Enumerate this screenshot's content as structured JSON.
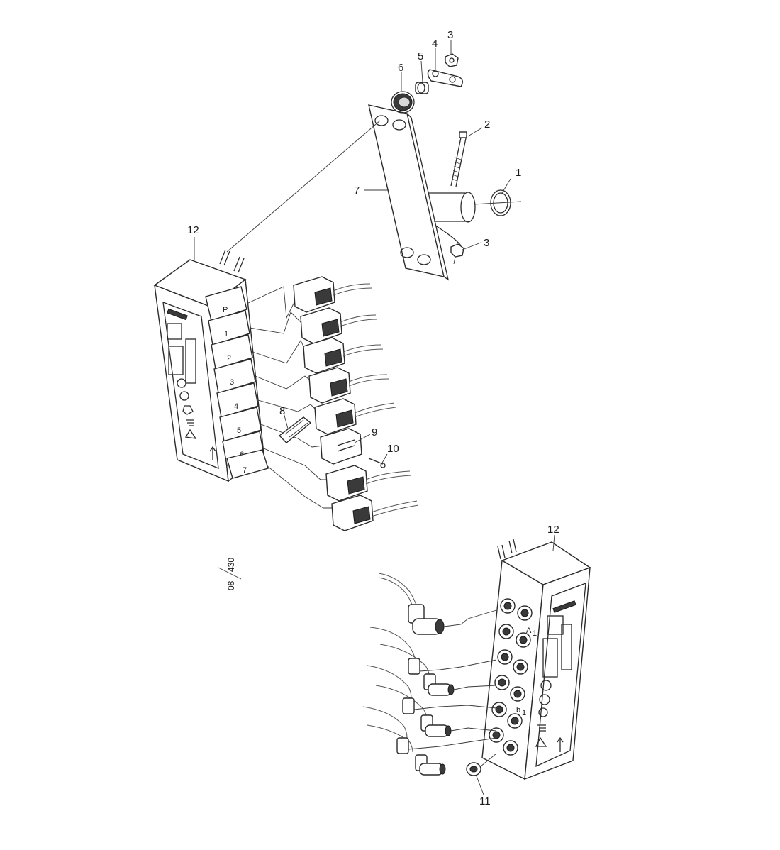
{
  "callouts": {
    "c1": "1",
    "c2": "2",
    "c3a": "3",
    "c3b": "3",
    "c4": "4",
    "c5": "5",
    "c6": "6",
    "c7": "7",
    "c8": "8",
    "c9": "9",
    "c10": "10",
    "c11": "11",
    "c12a": "12",
    "c12b": "12"
  },
  "module_left": {
    "ports": [
      "P",
      "1",
      "2",
      "3",
      "4",
      "5",
      "6",
      "7"
    ]
  },
  "module_right": {
    "labels": {
      "a": "A",
      "a_sub": "1",
      "b": "b",
      "b_sub": "1"
    }
  },
  "drawing_ref": {
    "num": "08",
    "den": "430"
  }
}
